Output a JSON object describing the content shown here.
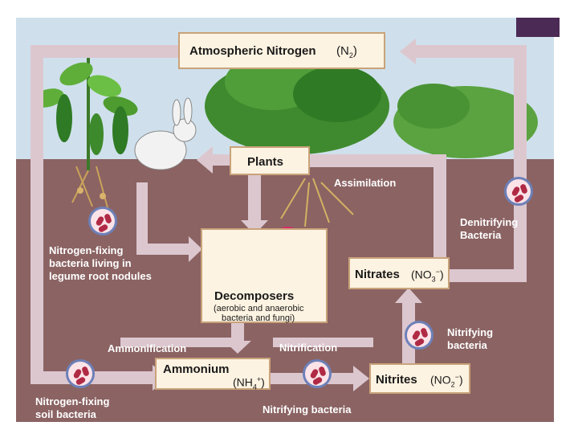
{
  "diagram": {
    "atmospheric": {
      "label": "Atmospheric Nitrogen",
      "formula": "(N",
      "sub": "2",
      "close": ")"
    },
    "plants": {
      "label": "Plants"
    },
    "assimilation": "Assimilation",
    "denitrifying": {
      "line1": "Denitrifying",
      "line2": "Bacteria"
    },
    "nitrogen_fixing_legume": {
      "line1": "Nitrogen-fixing",
      "line2": "bacteria living in",
      "line3": "legume root nodules"
    },
    "decomposers": {
      "label": "Decomposers",
      "line2": "(aerobic and anaerobic",
      "line3": "bacteria and fungi)"
    },
    "nitrates": {
      "label": "Nitrates",
      "formula": "(NO",
      "sub": "3",
      "sup": "−",
      "close": ")"
    },
    "nitrifying_right": {
      "line1": "Nitrifying",
      "line2": "bacteria"
    },
    "ammonification": "Ammonification",
    "nitrification": "Nitrification",
    "ammonium": {
      "label": "Ammonium",
      "formula": "(NH",
      "sub": "4",
      "sup": "+",
      "close": ")"
    },
    "nitrites": {
      "label": "Nitrites",
      "formula": "(NO",
      "sub": "2",
      "sup": "−",
      "close": ")"
    },
    "nitrogen_fixing_soil": {
      "line1": "Nitrogen-fixing",
      "line2": "soil bacteria"
    },
    "nitrifying_bottom": "Nitrifying bacteria"
  },
  "colors": {
    "sky": "#cfe0ec",
    "soil": "#8b6363",
    "arrow": "#dcc7cf",
    "box": "#fdf3e2",
    "bacteria": "#b02a45"
  }
}
